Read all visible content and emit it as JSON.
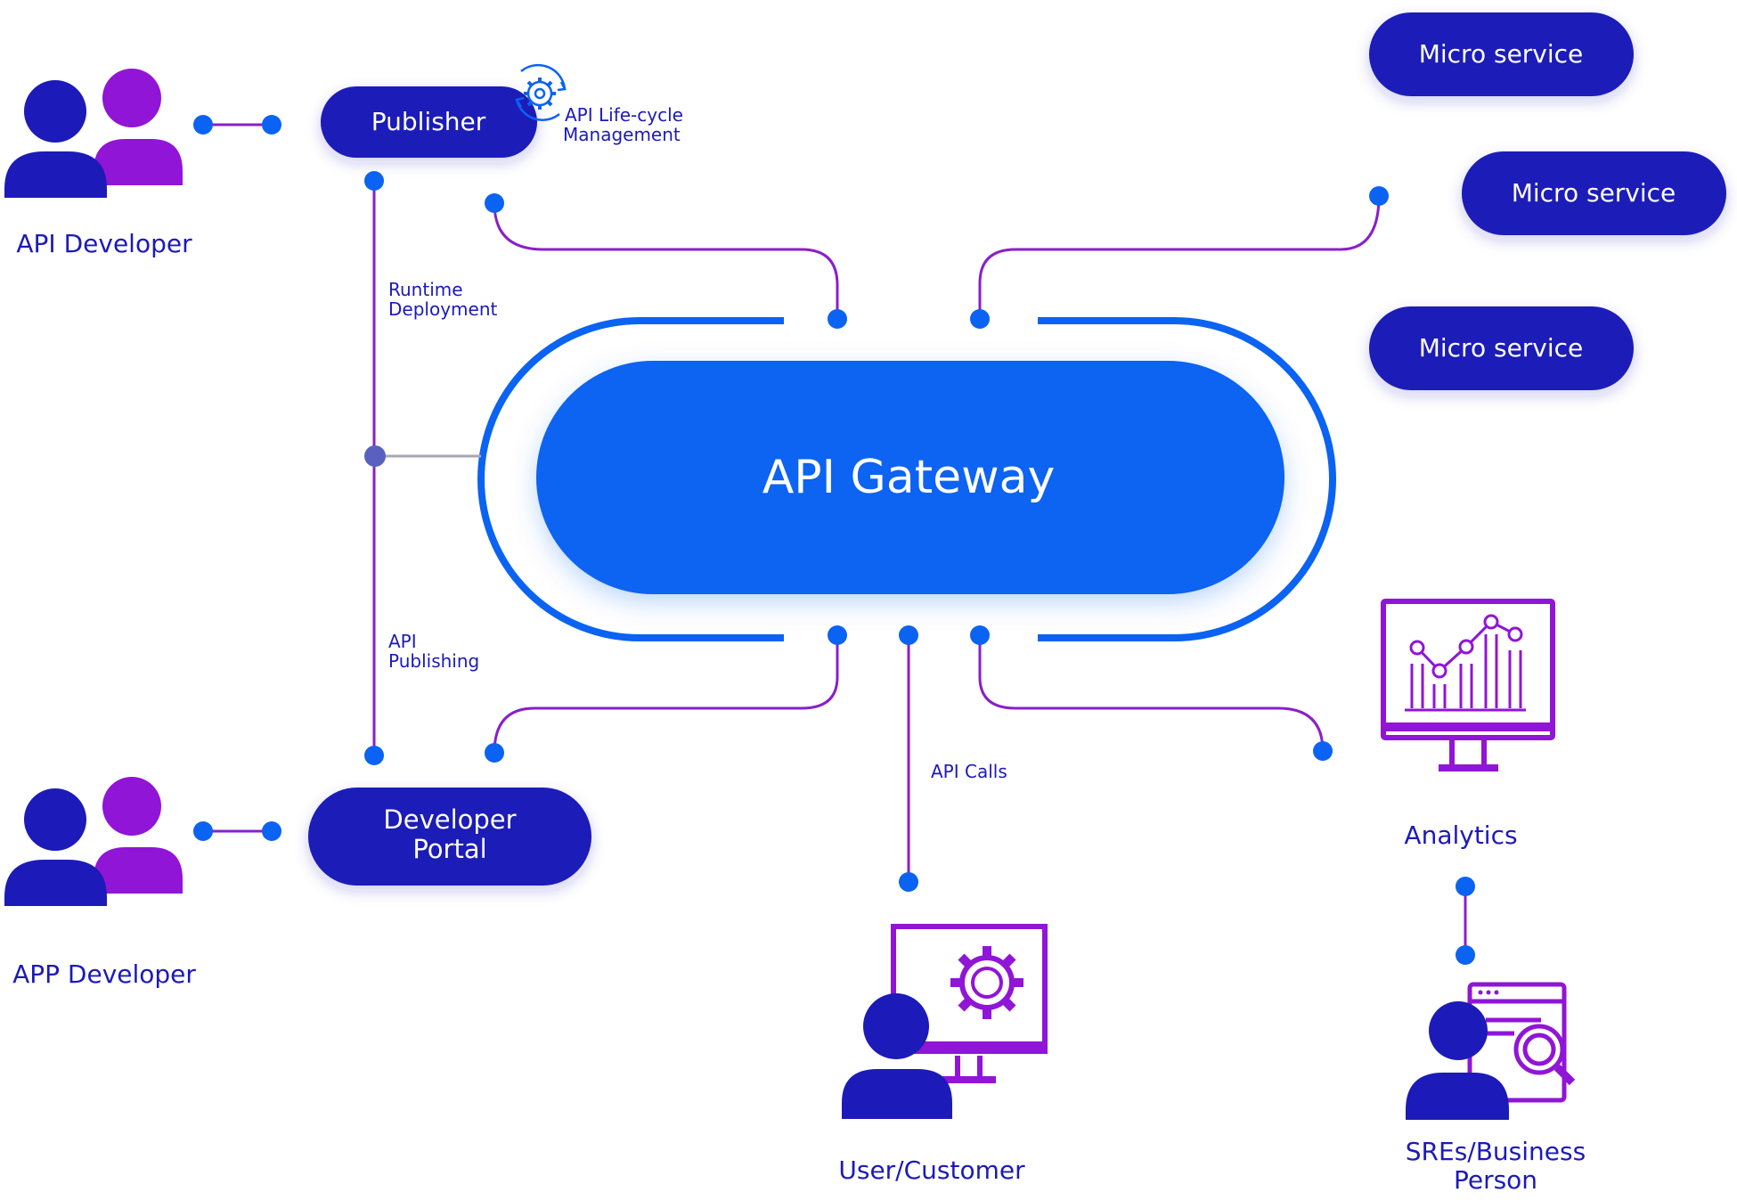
{
  "colors": {
    "navy": "#1c1ab8",
    "purple": "#9015d6",
    "blue": "#0a63f2",
    "line_purple": "#8a1fc9",
    "dot_blue": "#0a63f2",
    "hub_gray": "#5960c0"
  },
  "gateway": {
    "label": "API Gateway"
  },
  "nodes": {
    "publisher": "Publisher",
    "developer_portal_line1": "Developer",
    "developer_portal_line2": "Portal",
    "micro_service_1": "Micro service",
    "micro_service_2": "Micro service",
    "micro_service_3": "Micro service"
  },
  "actors": {
    "api_developer": "API Developer",
    "app_developer": "APP Developer",
    "user_customer": "User/Customer",
    "analytics": "Analytics",
    "sres_line1": "SREs/Business",
    "sres_line2": "Person"
  },
  "annotations": {
    "lifecycle_line1": "API Life-cycle",
    "lifecycle_line2": "Management",
    "runtime_line1": "Runtime",
    "runtime_line2": "Deployment",
    "publishing_line1": "API",
    "publishing_line2": "Publishing",
    "api_calls": "API Calls"
  },
  "icons": [
    "people-icon",
    "gear-cycle-icon",
    "analytics-monitor-icon",
    "user-monitor-gear-icon",
    "user-search-document-icon"
  ]
}
